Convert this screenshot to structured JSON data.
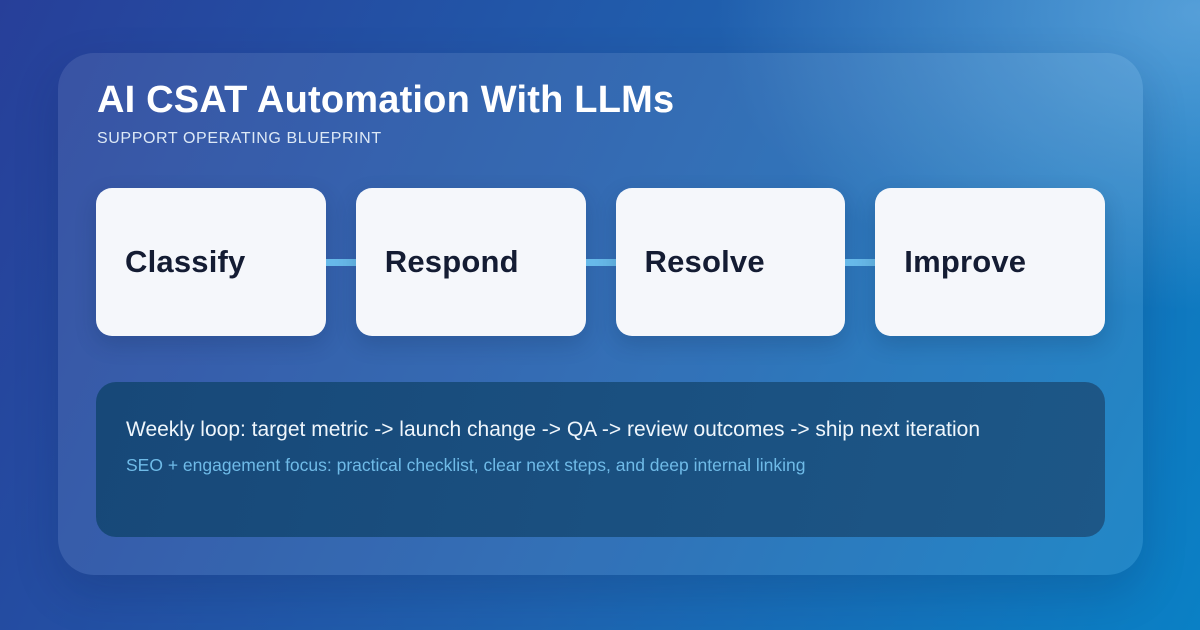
{
  "header": {
    "title": "AI CSAT Automation With LLMs",
    "subtitle": "SUPPORT OPERATING BLUEPRINT"
  },
  "pipeline": {
    "steps": [
      {
        "label": "Classify"
      },
      {
        "label": "Respond"
      },
      {
        "label": "Resolve"
      },
      {
        "label": "Improve"
      }
    ]
  },
  "summary": {
    "line1": "Weekly loop: target metric -> launch change -> QA -> review outcomes -> ship next iteration",
    "line2": "SEO + engagement focus: practical checklist, clear next steps, and deep internal linking"
  },
  "colors": {
    "background_top_left": "#273f99",
    "background_bottom_right": "#0a80c5",
    "background_highlight": "#4292d2",
    "card_overlay": "rgba(255,255,255,0.09)",
    "step_box_fill": "#f5f7fb",
    "step_label": "#141c33",
    "connector": "#67b9e9",
    "summary_panel": "#1a4f7e",
    "summary_line1_text": "#eff6fc",
    "summary_line2_text": "#6fbbe8",
    "title_text": "#ffffff",
    "subtitle_text": "#dde9f6"
  }
}
